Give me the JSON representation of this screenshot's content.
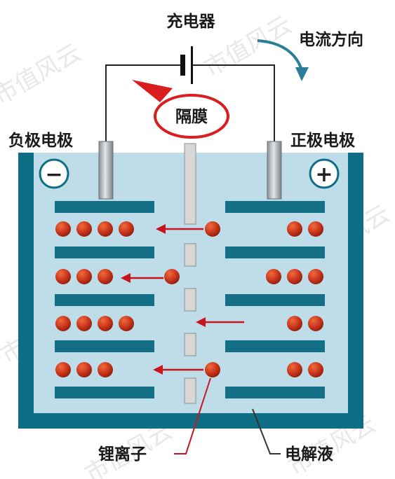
{
  "labels": {
    "charger": "充电器",
    "current_direction": "电流方向",
    "separator": "隔膜",
    "negative_electrode": "负极电极",
    "positive_electrode": "正极电极",
    "lithium_ion": "锂离子",
    "electrolyte": "电解液",
    "minus_sign": "−",
    "plus_sign": "+"
  },
  "watermark": "市值风云",
  "colors": {
    "tank": "#0e6e85",
    "electrolyte": "#bfdde8",
    "plate": "#126f86",
    "ion": "#c8341b",
    "arrow": "#c8141e",
    "separator": "#d7d7d7",
    "current_arrow": "#2a7f97"
  },
  "rows": [
    {
      "left_ions": 4,
      "right_ions": 2,
      "moving_ion": "right-side"
    },
    {
      "left_ions": 3,
      "right_ions": 3,
      "moving_ion": "left-side"
    },
    {
      "left_ions": 4,
      "right_ions": 2,
      "moving_ion": "none"
    },
    {
      "left_ions": 3,
      "right_ions": 2,
      "moving_ion": "right-side"
    }
  ]
}
